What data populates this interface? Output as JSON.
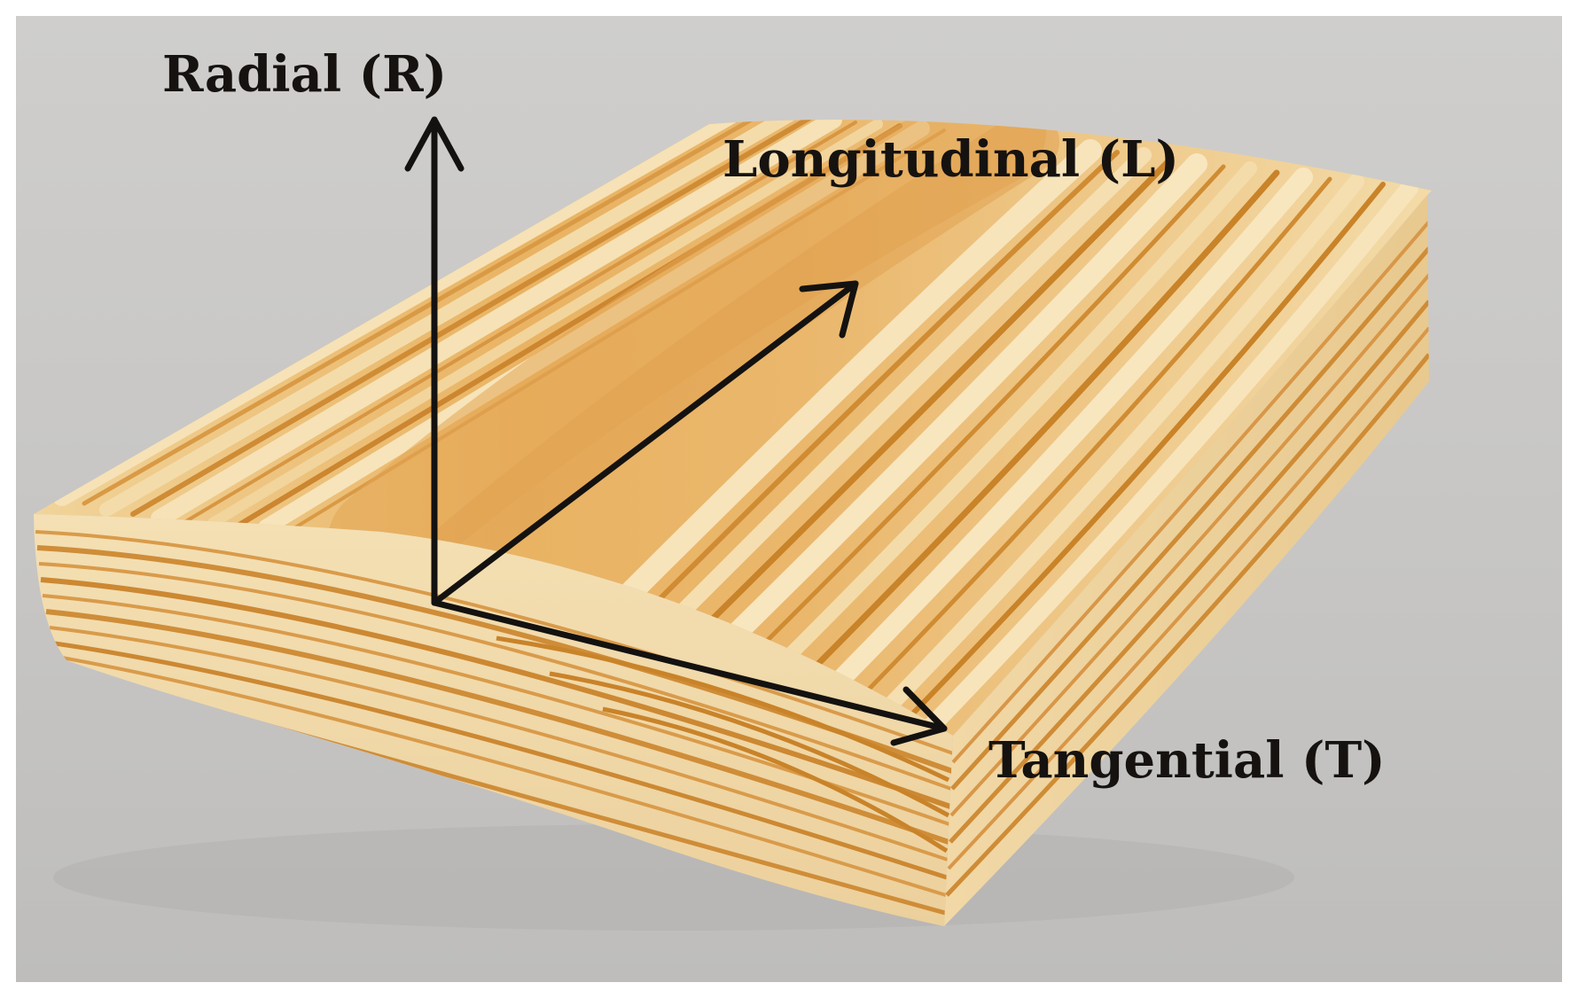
{
  "figure": {
    "subject": "wood-board-with-grain",
    "axes": [
      {
        "key": "radial",
        "label": "Radial (R)"
      },
      {
        "key": "longitudinal",
        "label": "Longitudinal (L)"
      },
      {
        "key": "tangential",
        "label": "Tangential (T)"
      }
    ]
  },
  "colors": {
    "background": "#c9c8c6",
    "frame": "#ffffff",
    "wood_light": "#f2d9a6",
    "wood_mid": "#e9b86a",
    "wood_grain": "#d5923a",
    "wood_dark_grain": "#c27c26",
    "arrow": "#141210"
  }
}
